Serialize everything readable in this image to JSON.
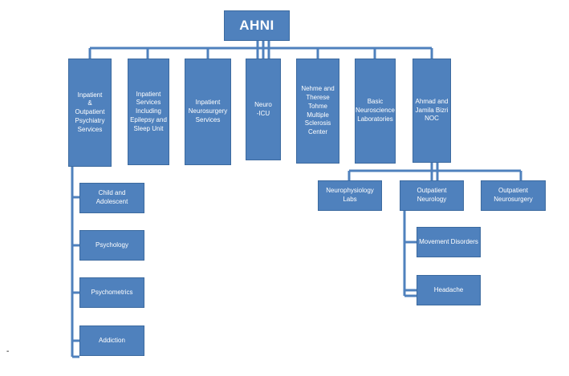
{
  "root": {
    "label": "AHNI"
  },
  "departments": [
    {
      "label": "Inpatient\n&\nOutpatient Psychiatry\nServices"
    },
    {
      "label": "Inpatient Services Including Epilepsy and Sleep Unit"
    },
    {
      "label": "Inpatient Neurosurgery Services"
    },
    {
      "label": "Neuro\n-ICU"
    },
    {
      "label": "Nehme and Therese Tohme Multiple\nSclerosis\nCenter"
    },
    {
      "label": "Basic Neuroscience Laboratories"
    },
    {
      "label": "Ahmad and Jamila Bizri NOC"
    }
  ],
  "psychiatry_children": [
    {
      "label": "Child and Adolescent"
    },
    {
      "label": "Psychology"
    },
    {
      "label": "Psychometrics"
    },
    {
      "label": "Addiction"
    }
  ],
  "noc_children": [
    {
      "label": "Neurophysiology Labs"
    },
    {
      "label": "Outpatient Neurology"
    },
    {
      "label": "Outpatient Neurosurgery"
    }
  ],
  "neurology_children": [
    {
      "label": "Movement Disorders"
    },
    {
      "label": "Headache"
    }
  ],
  "stray_mark": "-",
  "colors": {
    "box_fill": "#4f81bd",
    "box_border": "#3c6a9f",
    "connector": "#4f81bd",
    "text": "#ffffff"
  }
}
